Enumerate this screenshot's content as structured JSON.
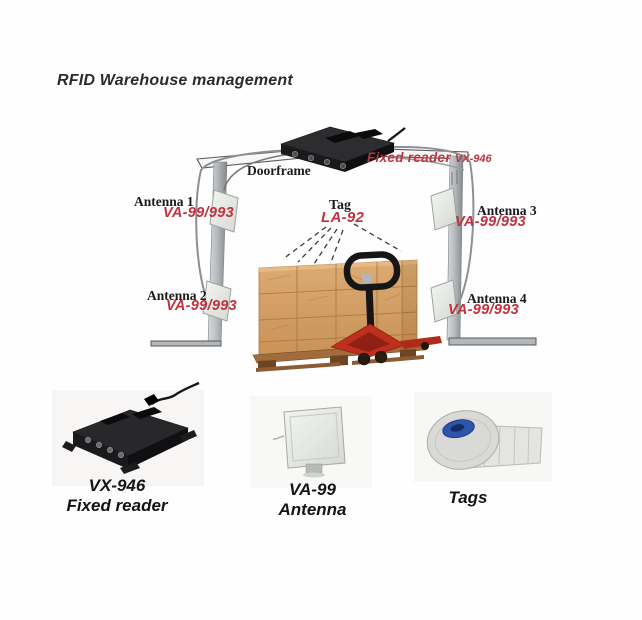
{
  "title": "RFID Warehouse management",
  "colors": {
    "label_red": "#c0323f",
    "label_black": "#1b1b1b",
    "box_tan": "#d4a06a",
    "jack_red": "#bf2f1d",
    "tag_core_blue": "#2d55ab"
  },
  "diagram": {
    "doorframe_label": "Doorframe",
    "fixed_reader_label": "Fixed reader",
    "fixed_reader_model": "VX-946",
    "tag_label": "Tag",
    "tag_model": "LA-92",
    "antennas": [
      {
        "label": "Antenna 1",
        "model": "VA-99/993"
      },
      {
        "label": "Antenna 2",
        "model": "VA-99/993"
      },
      {
        "label": "Antenna 3",
        "model": "VA-99/993"
      },
      {
        "label": "Antenna 4",
        "model": "VA-99/993"
      }
    ]
  },
  "legend": {
    "reader": {
      "name": "VX-946",
      "type": "Fixed reader"
    },
    "antenna": {
      "name": "VA-99",
      "type": "Antenna"
    },
    "tags": {
      "label": "Tags"
    }
  }
}
